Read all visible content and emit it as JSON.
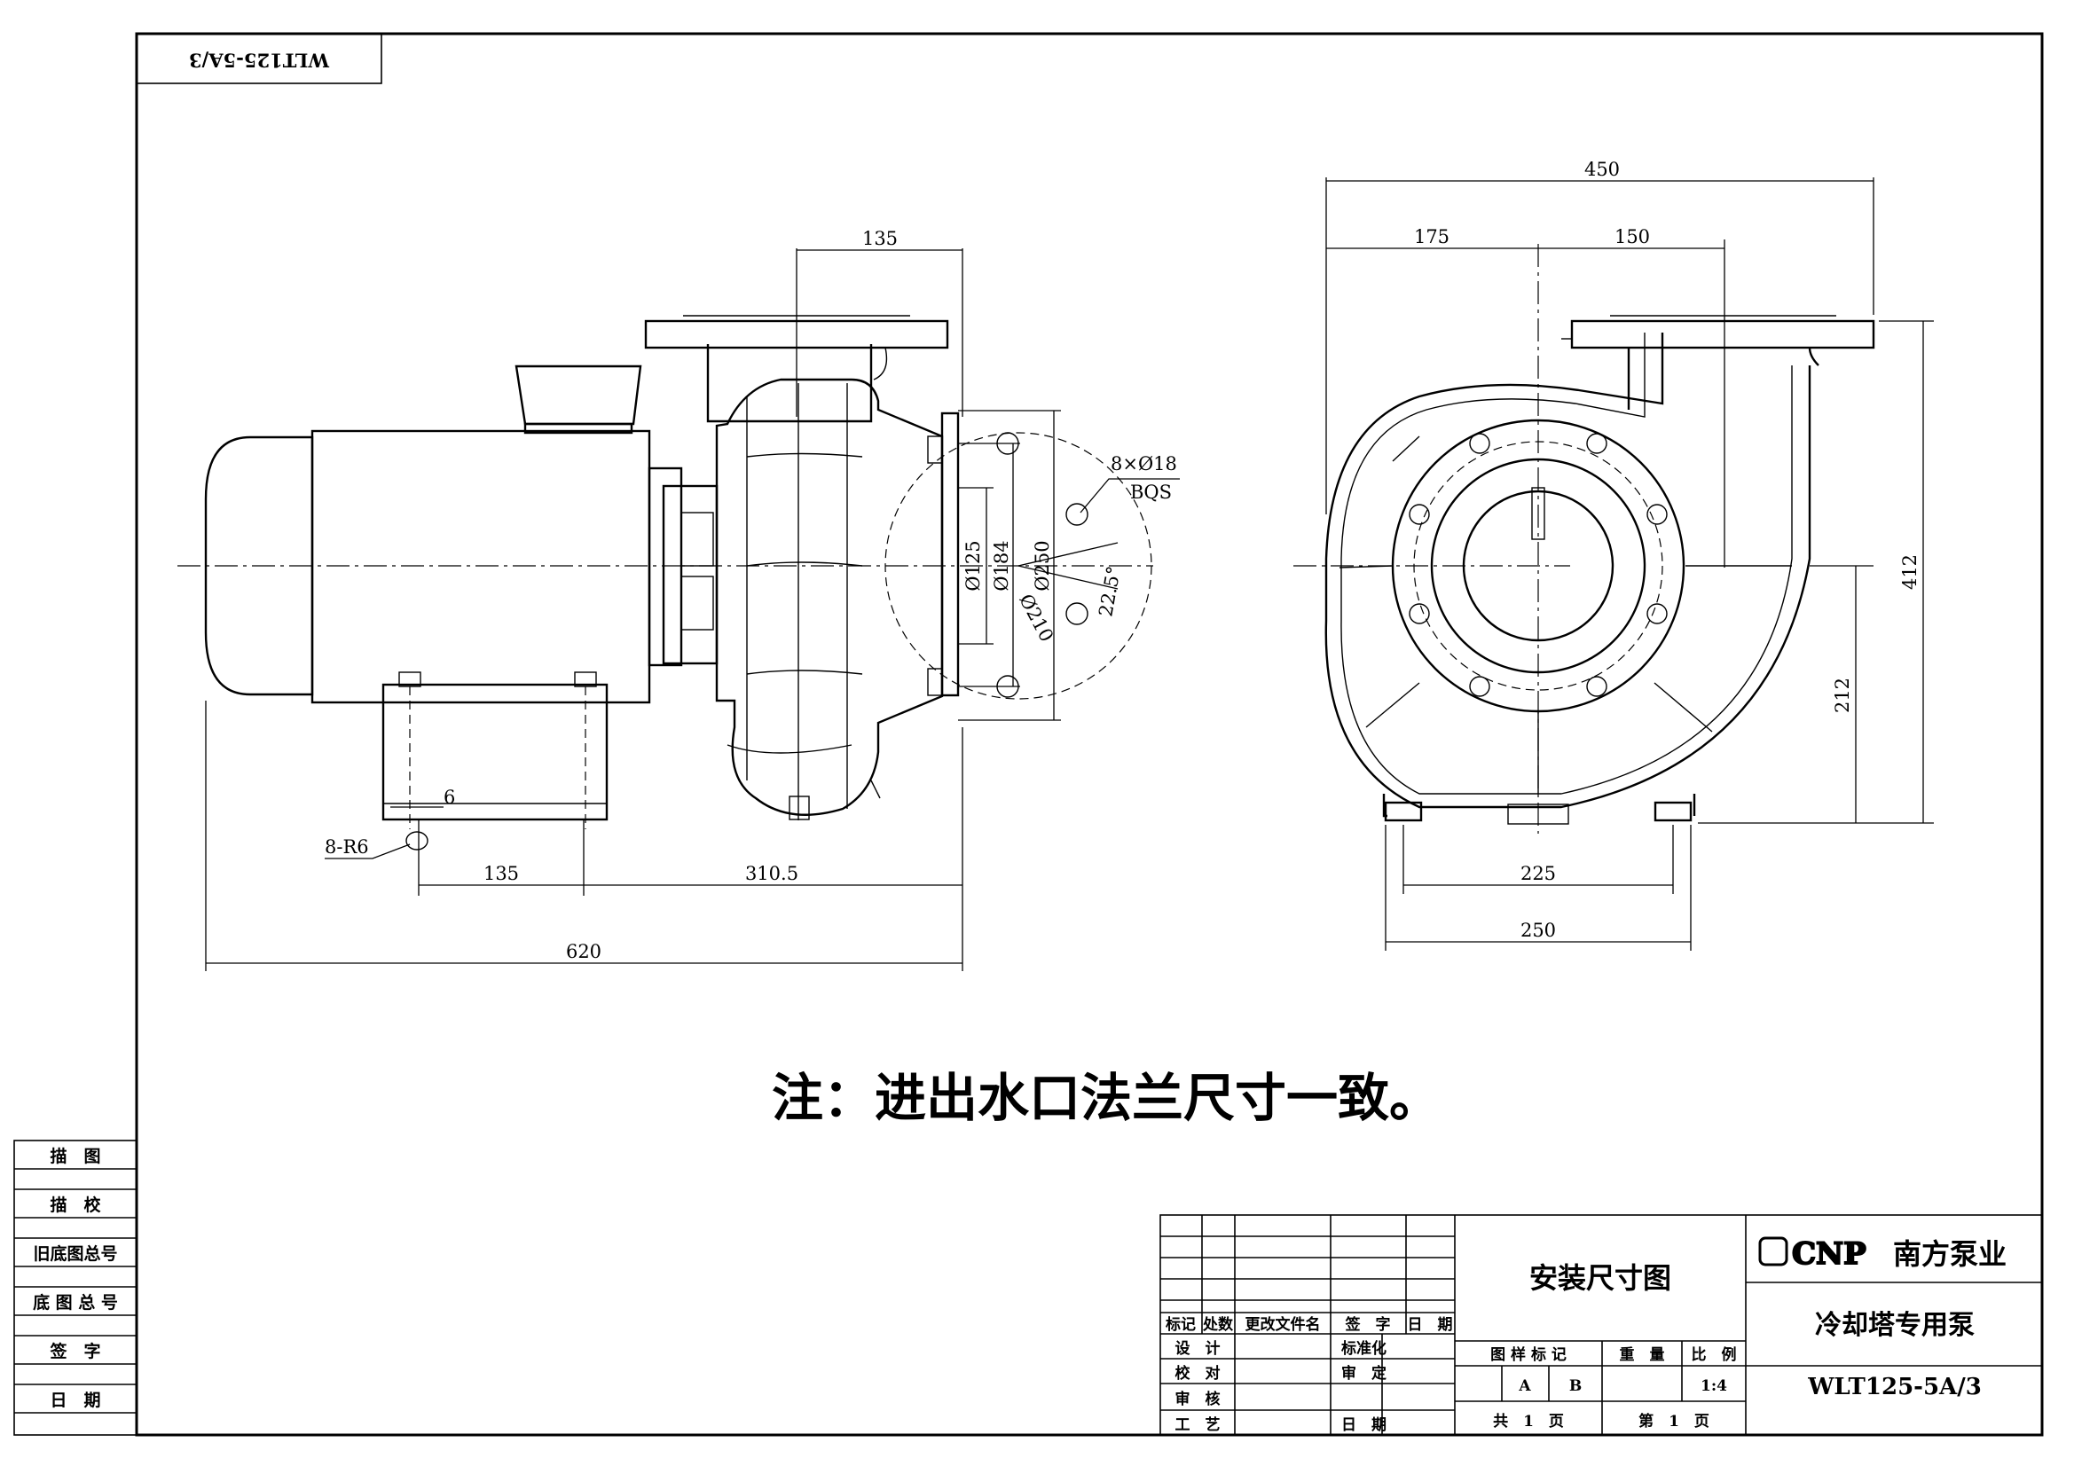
{
  "drawing_number_top": "WLT125-5A/3",
  "note": "注：进出水口法兰尺寸一致。",
  "dimensions": {
    "side": {
      "top_135": "135",
      "bottom_135": "135",
      "bottom_310_5": "310.5",
      "overall_620": "620",
      "foot_6": "6",
      "foot_holes": "8-R6",
      "bolt_holes": "8×Ø18",
      "bolt_std": "BQS",
      "dia_125": "Ø125",
      "dia_184": "Ø184",
      "dia_250": "Ø250",
      "dia_210": "Ø210",
      "angle": "22.5°"
    },
    "front": {
      "top_450": "450",
      "top_175": "175",
      "top_150": "150",
      "height_412": "412",
      "height_212": "212",
      "base_225": "225",
      "base_250": "250"
    }
  },
  "left_column": [
    "描　图",
    "描　校",
    "旧底图总号",
    "底 图 总 号",
    "签　字",
    "日　期"
  ],
  "title_block": {
    "rev_headers": [
      "标记",
      "处数",
      "更改文件名",
      "签　字",
      "日　期"
    ],
    "roles_left": [
      "设　计",
      "校　对",
      "审　核",
      "工　艺"
    ],
    "roles_right": [
      "标准化",
      "审　定",
      "",
      "日　期"
    ],
    "drawing_title": "安装尺寸图",
    "col_headers": [
      "图 样 标 记",
      "重　量",
      "比　例"
    ],
    "marks": [
      "A",
      "B"
    ],
    "scale": "1:4",
    "sheet_total": "共　1　页",
    "sheet_no": "第　1　页",
    "logo_text": "CNP",
    "company": "南方泵业",
    "product": "冷却塔专用泵",
    "model": "WLT125-5A/3"
  }
}
